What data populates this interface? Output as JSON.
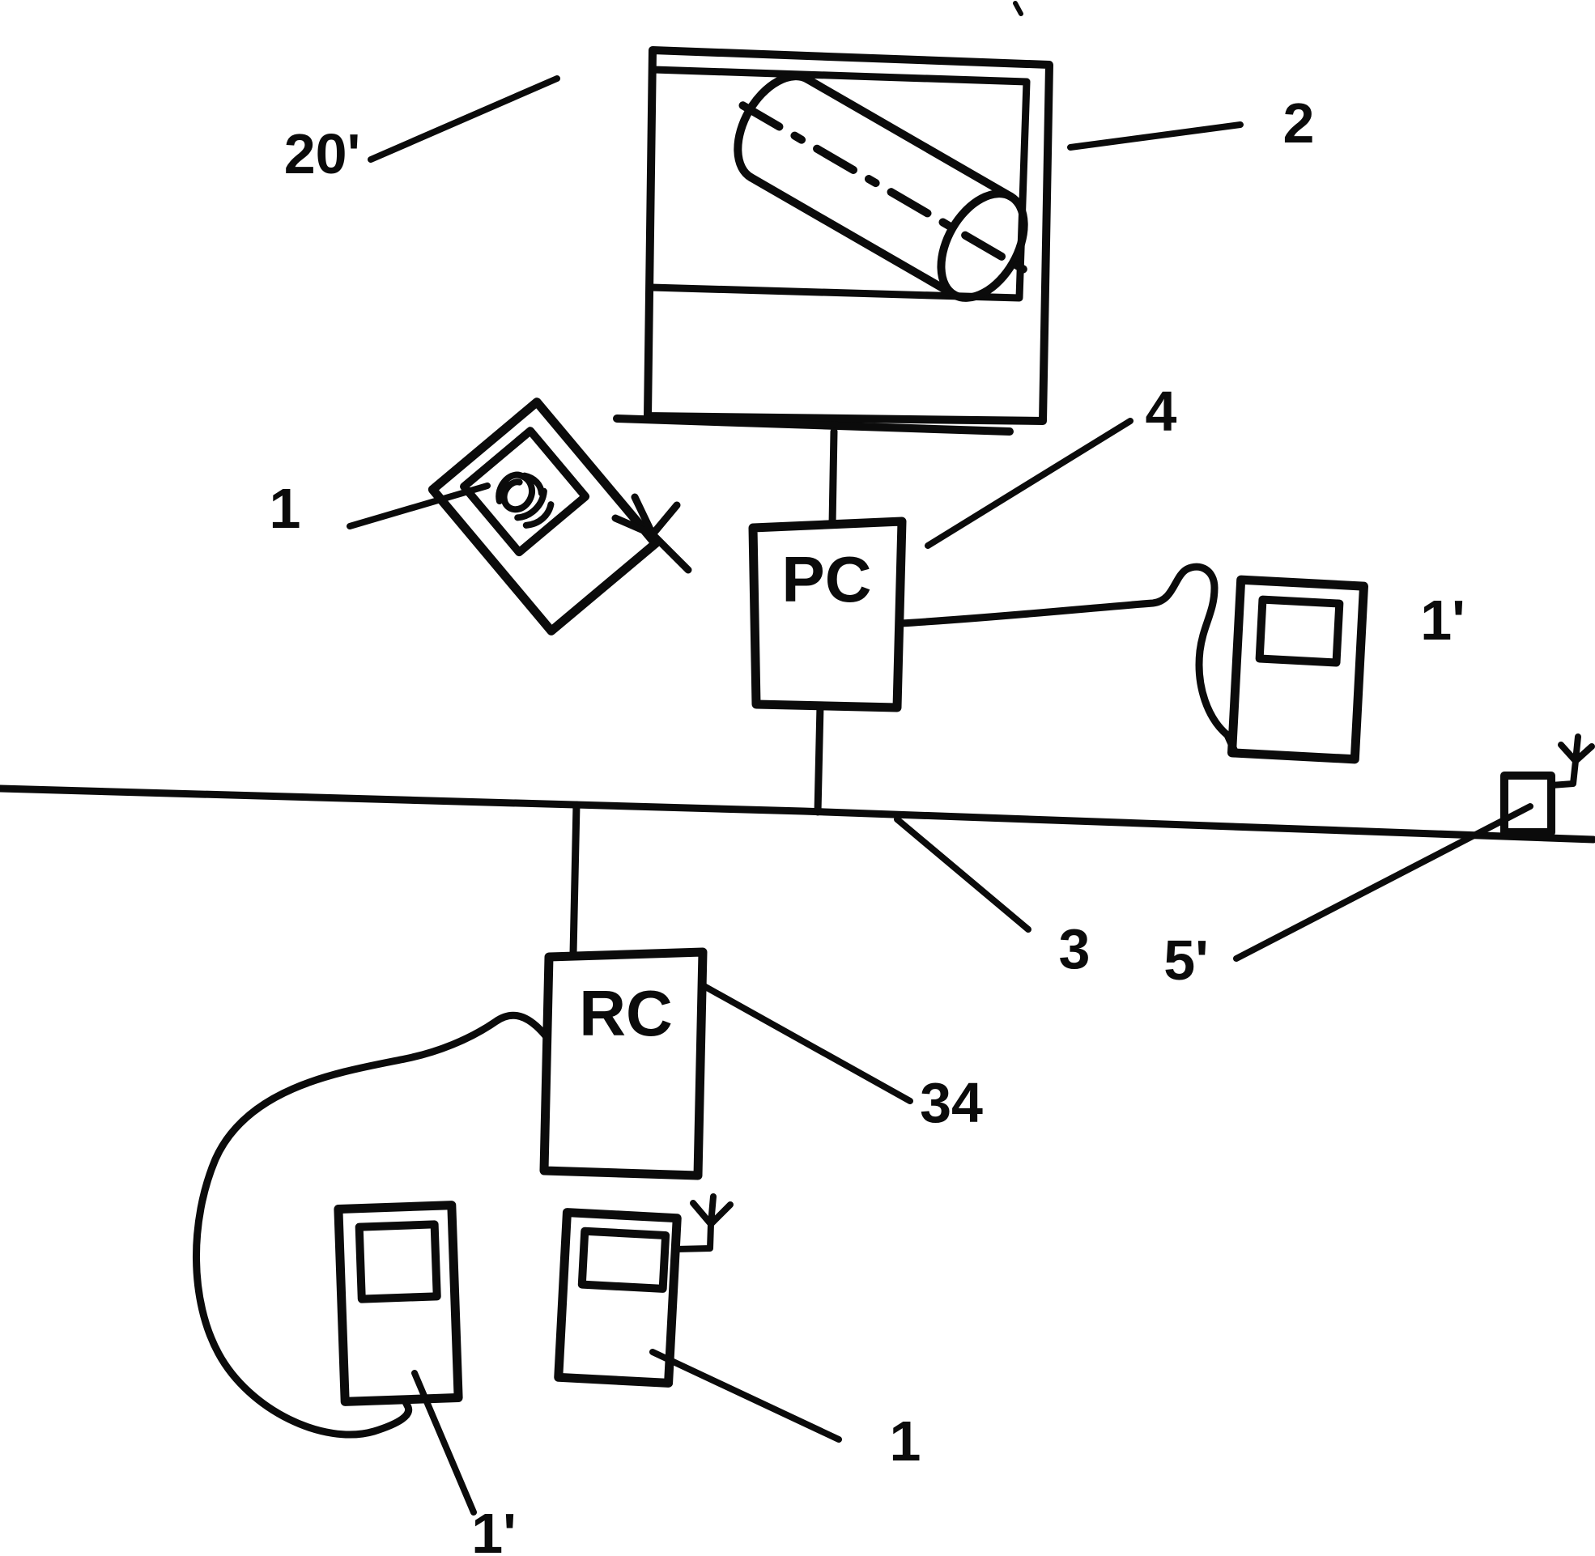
{
  "figure": {
    "type": "patent-schematic",
    "background_color": "#ffffff",
    "ink_color": "#0b0b0b",
    "boxes": {
      "pc_label": "PC",
      "rc_label": "RC"
    },
    "labels": {
      "monitor_content": "20'",
      "monitor": "2",
      "handheld_top": "1",
      "pc": "4",
      "handheld_right": "1'",
      "bus": "3",
      "transceiver": "5'",
      "rc": "34",
      "handheld_bottom_left": "1'",
      "handheld_bottom_center": "1"
    }
  }
}
